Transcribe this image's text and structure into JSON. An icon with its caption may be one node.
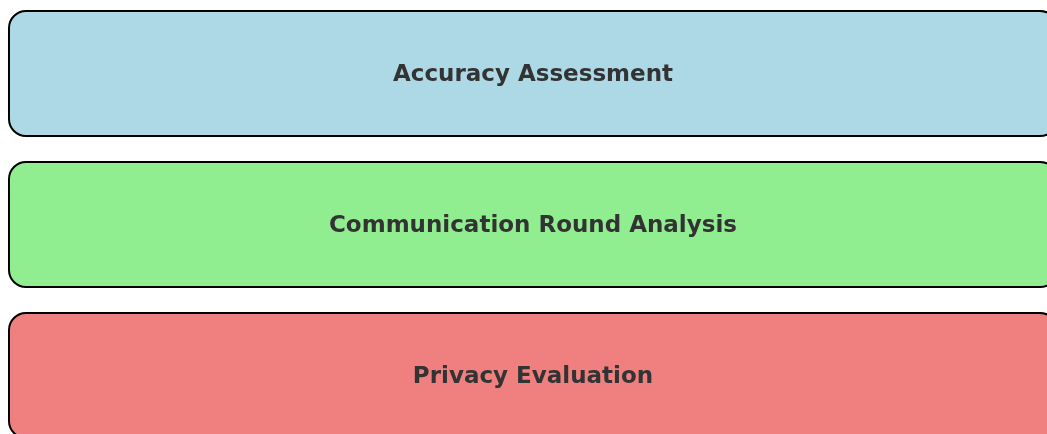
{
  "diagram": {
    "nodes": [
      {
        "text": [
          "Accuracy Assessment"
        ]
      },
      {
        "text": [
          "Communication Round Analysis"
        ]
      },
      {
        "text": [
          "Privacy Evaluation"
        ]
      }
    ]
  }
}
